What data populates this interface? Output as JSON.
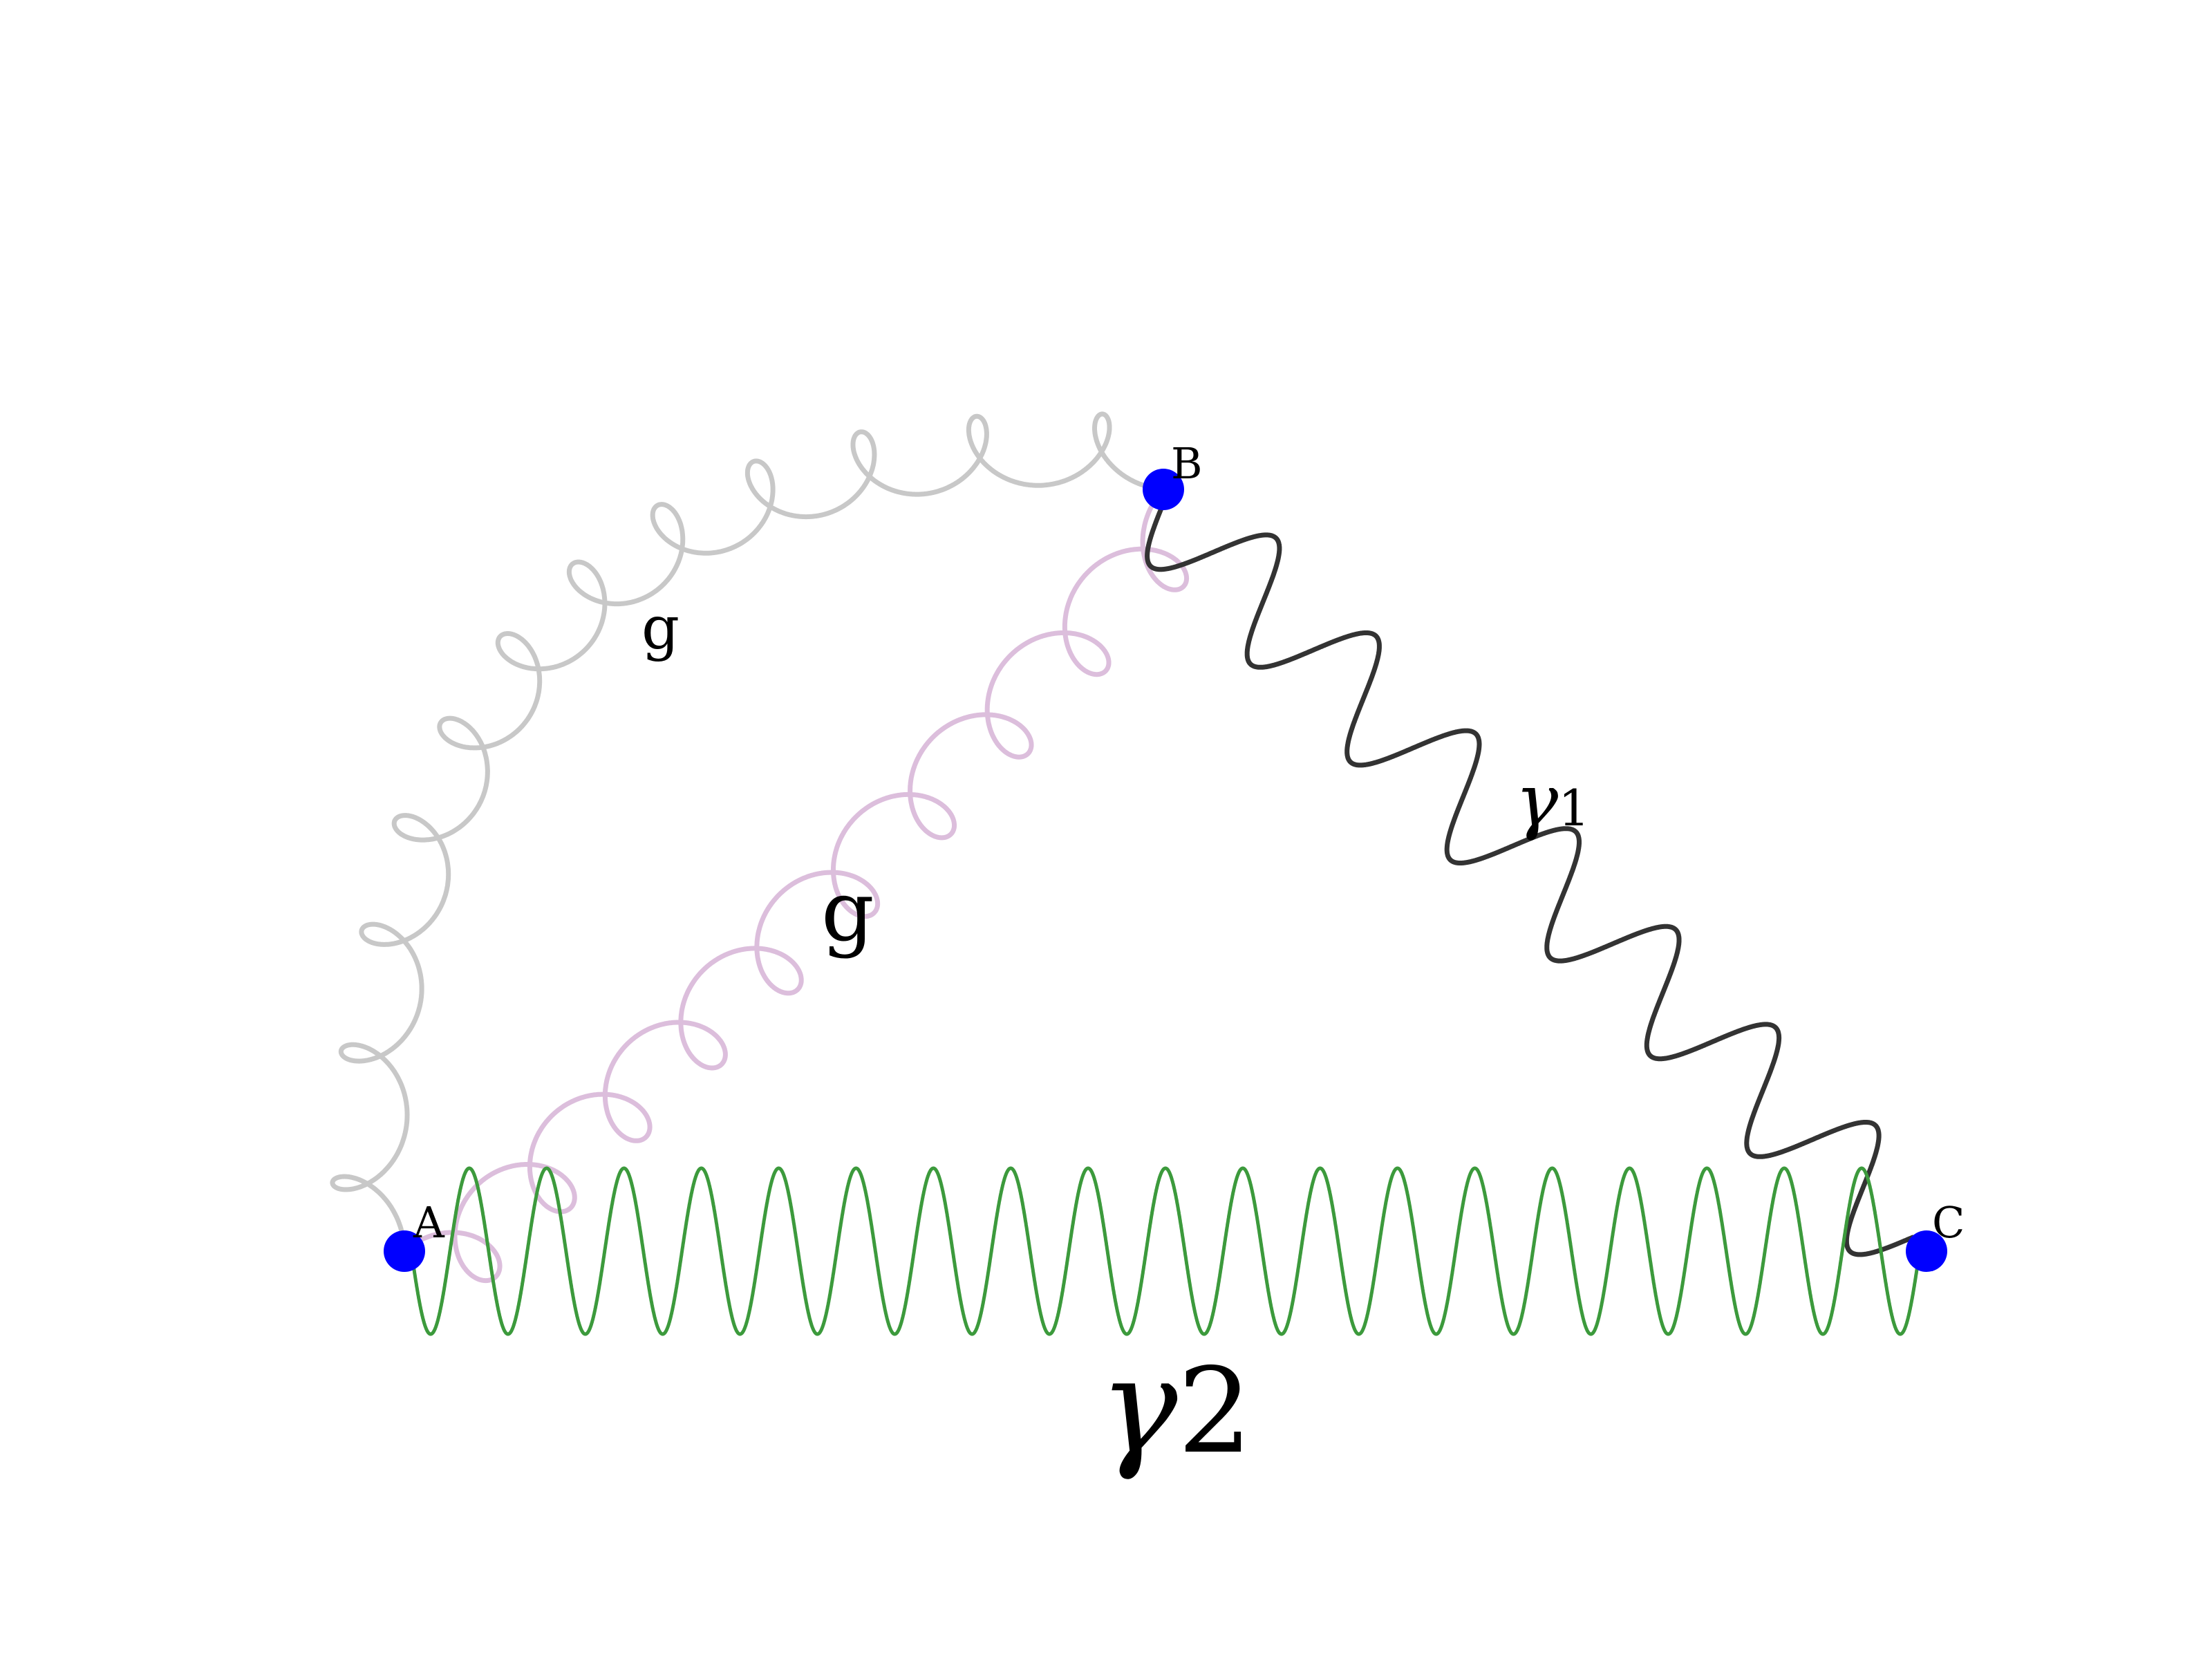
{
  "diagram": {
    "vertices": [
      {
        "id": "A",
        "label": "A",
        "color": "#0000ff"
      },
      {
        "id": "B",
        "label": "B",
        "color": "#0000ff"
      },
      {
        "id": "C",
        "label": "C",
        "color": "#0000ff"
      }
    ],
    "propagators": [
      {
        "id": "gluon-outer",
        "type": "gluon",
        "from": "A",
        "to": "B",
        "label": "g",
        "color": "#c8c8c8"
      },
      {
        "id": "gluon-inner",
        "type": "gluon",
        "from": "A",
        "to": "B",
        "label": "g",
        "color": "#dcbedc"
      },
      {
        "id": "photon-1",
        "type": "photon",
        "from": "B",
        "to": "C",
        "label": "γ",
        "label_sub": "1",
        "color": "#333333"
      },
      {
        "id": "photon-2",
        "type": "photon",
        "from": "A",
        "to": "C",
        "label": "γ",
        "label_sub": "2",
        "color": "#3c9a3c"
      }
    ]
  }
}
